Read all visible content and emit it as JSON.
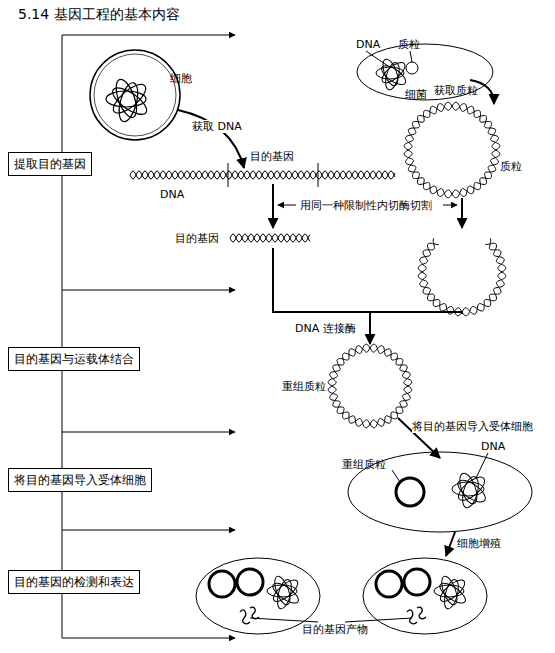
{
  "diagram": {
    "title": "5.14 基因工程的基本内容",
    "nodes": [
      {
        "text": [
          "提取目的基因"
        ]
      },
      {
        "text": [
          "目的基因与运载体结合"
        ]
      },
      {
        "text": [
          "将目的基因导入受体细胞"
        ]
      },
      {
        "text": [
          "目的基因的检测和表达"
        ]
      }
    ],
    "edges": [
      {
        "from": 0,
        "to": 1,
        "arrow": "none"
      },
      {
        "from": 1,
        "to": 2,
        "arrow": "none"
      },
      {
        "from": 2,
        "to": 3,
        "arrow": "none"
      }
    ],
    "labels": [
      "细胞",
      "DNA",
      "质粒",
      "细菌",
      "获取 DNA",
      "获取质粒",
      "质粒",
      "目的基因",
      "DNA",
      "用同一种限制性内切酶切割",
      "目的基因",
      "DNA 连接酶",
      "重组质粒",
      "将目的基因导入受体细胞",
      "DNA",
      "重组质粒",
      "细胞增殖",
      "目的基因产物"
    ]
  }
}
